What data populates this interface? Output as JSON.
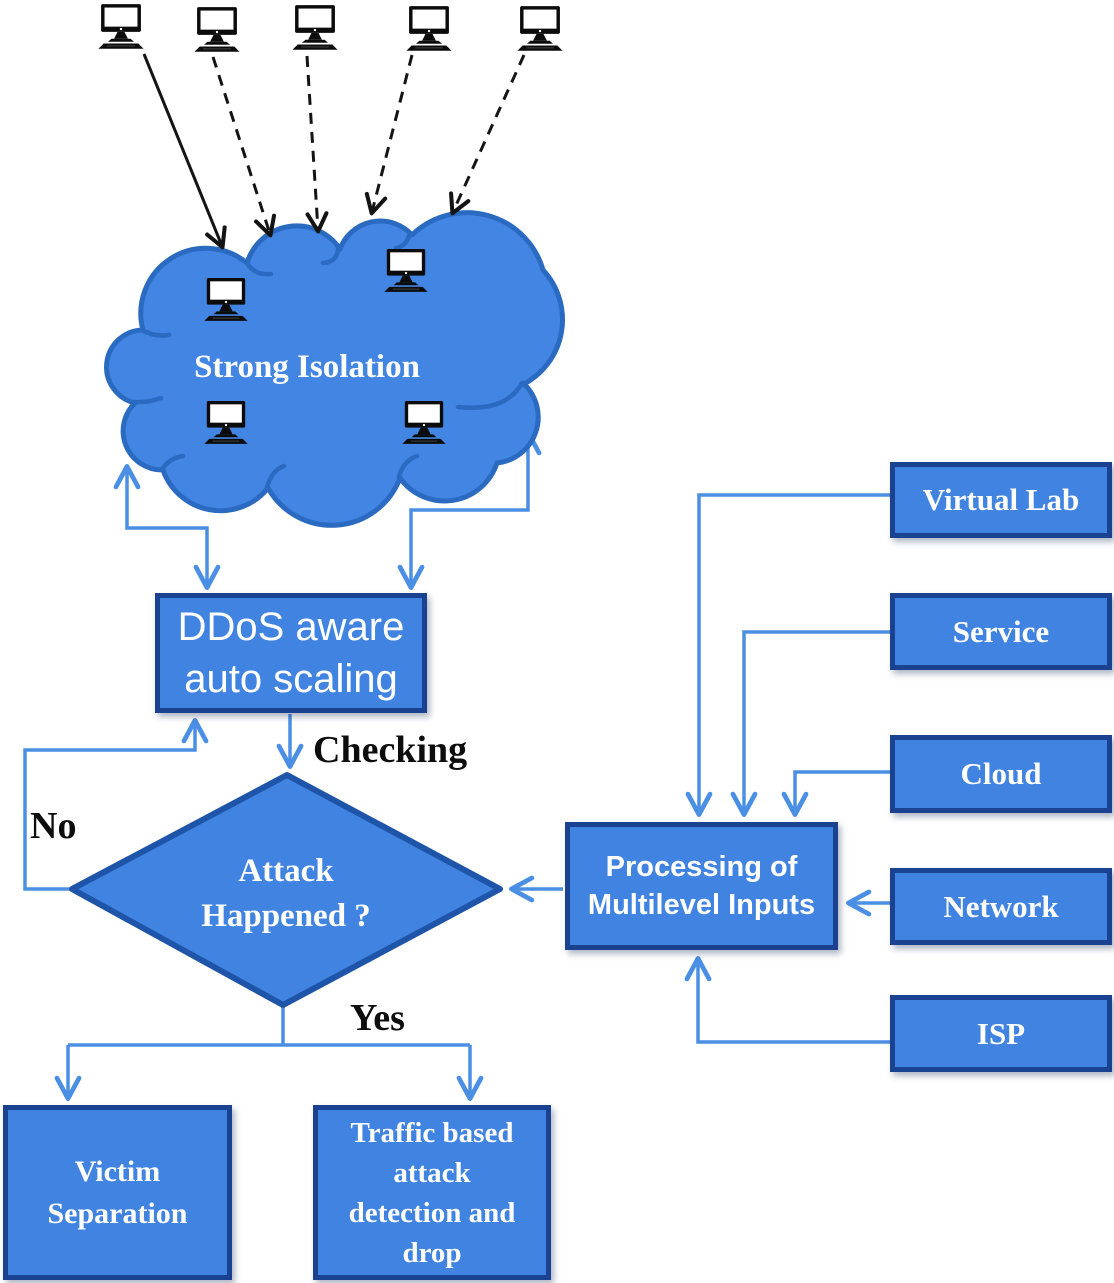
{
  "diagram": {
    "title_hint": "DDoS aware auto scaling flow diagram",
    "attackers": {
      "count": 5,
      "icon": "desktop-computer",
      "arrow_styles": [
        "solid",
        "dashed",
        "dashed",
        "dashed",
        "dashed"
      ]
    },
    "cloud": {
      "label": "Strong Isolation",
      "computer_count": 4
    },
    "nodes": {
      "ddos": {
        "line1": "DDoS aware",
        "line2": "auto scaling"
      },
      "decision": {
        "line1": "Attack",
        "line2": "Happened ?"
      },
      "processing": {
        "line1": "Processing of",
        "line2": "Multilevel Inputs"
      },
      "victim": {
        "line1": "Victim",
        "line2": "Separation"
      },
      "traffic": {
        "lines": [
          "Traffic based",
          "attack",
          "detection and",
          "drop"
        ]
      },
      "inputs": [
        "Virtual Lab",
        "Service",
        "Cloud",
        "Network",
        "ISP"
      ]
    },
    "edge_labels": {
      "checking": "Checking",
      "no": "No",
      "yes": "Yes"
    },
    "colors": {
      "node_fill": "#4183e0",
      "node_border": "#1b4191",
      "diamond_border": "#1e55a8",
      "cloud_fill": "#4285e2",
      "cloud_border": "#2a6ac1",
      "connector": "#4a8fe4",
      "attack_arrow": "#141414",
      "label_color": "#0d0d0d",
      "bg": "#ffffff"
    }
  }
}
